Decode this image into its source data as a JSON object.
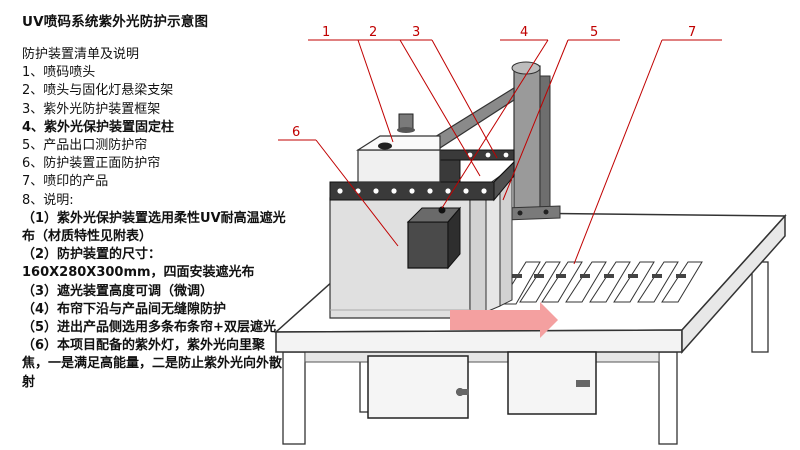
{
  "title": "UV喷码系统紫外光防护示意图",
  "notes": {
    "heading": "防护装置清单及说明",
    "items": [
      {
        "text": "1、喷码喷头",
        "bold": false
      },
      {
        "text": "2、喷头与固化灯悬梁支架",
        "bold": false
      },
      {
        "text": "3、紫外光防护装置框架",
        "bold": false
      },
      {
        "text": "4、紫外光保护装置固定柱",
        "bold": true
      },
      {
        "text": "5、产品出口测防护帘",
        "bold": false
      },
      {
        "text": "6、防护装置正面防护帘",
        "bold": false
      },
      {
        "text": "7、喷印的产品",
        "bold": false
      },
      {
        "text": "8、说明:",
        "bold": false
      }
    ],
    "explanations": [
      "（1）紫外光保护装置选用柔性UV耐高温遮光布（材质特性见附表）",
      "（2）防护装置的尺寸：160X280X300mm，四面安装遮光布",
      "（3）遮光装置高度可调（微调）",
      "（4）布帘下沿与产品间无缝隙防护",
      "（5）进出产品侧选用多条布条帘+双层遮光",
      "（6）本项目配备的紫外灯，紫外光向里聚焦，一是满足高能量，二是防止紫外光向外散射"
    ]
  },
  "callouts": [
    "1",
    "2",
    "3",
    "4",
    "5",
    "6",
    "7"
  ],
  "colors": {
    "callout": "#c00000",
    "flow_arrow": "#f4a0a0",
    "frame": "#3a3a3a",
    "curtain": "#d9d9d9",
    "table_top": "#ffffff"
  }
}
